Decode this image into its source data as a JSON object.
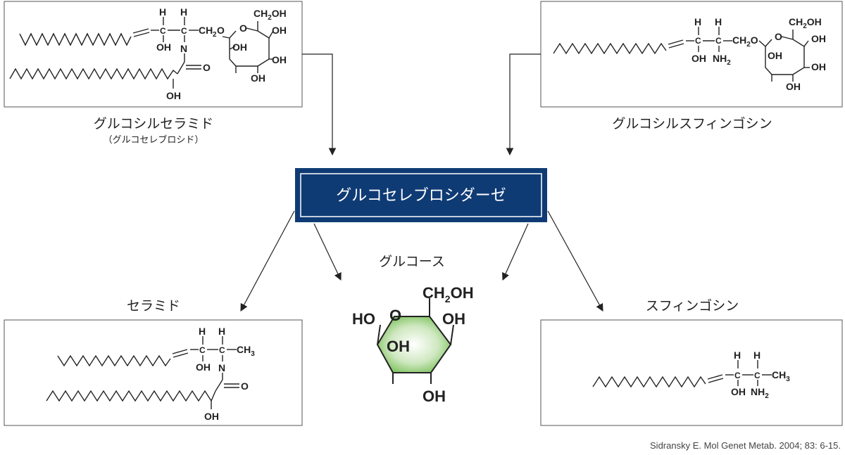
{
  "labels": {
    "glucosylceramide": "グルコシルセラミド",
    "glucosylceramide_alias": "（グルコセレブロシド）",
    "glucosylsphingosine": "グルコシルスフィンゴシン",
    "enzyme": "グルコセレブロシダーゼ",
    "glucose": "グルコース",
    "ceramide": "セラミド",
    "sphingosine": "スフィンゴシン"
  },
  "chem": {
    "H": "H",
    "OH": "OH",
    "N": "N",
    "O": "O",
    "CH2": "CH",
    "CH2O": "O",
    "CH2OH": "OH",
    "CH3": "CH",
    "NH2": "NH",
    "HO": "HO",
    "sub2": "2",
    "sub3": "3"
  },
  "colors": {
    "enzyme_box": "#0f3b75",
    "glucose_fill_center": "#ffffff",
    "glucose_fill_edge": "#5cae3c"
  },
  "reference": "Sidransky E. Mol Genet Metab. 2004; 83: 6-15."
}
